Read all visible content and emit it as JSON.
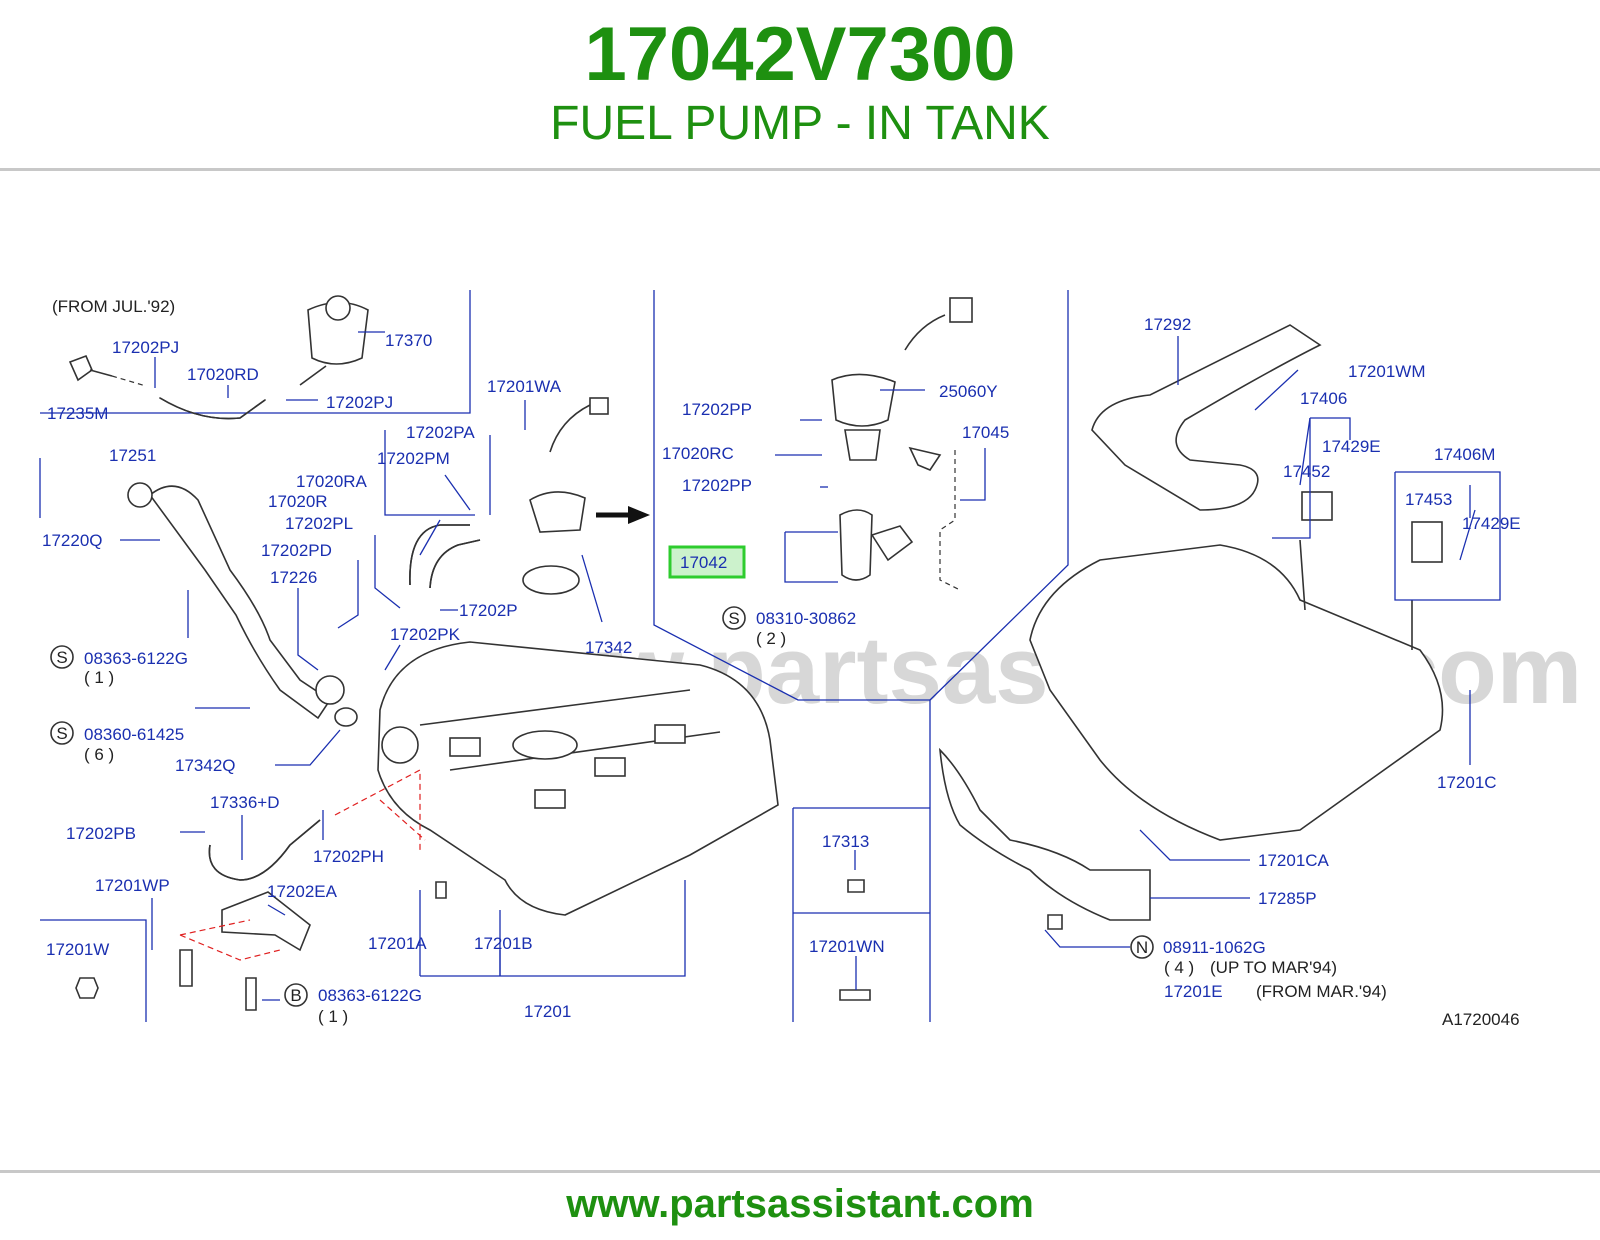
{
  "header": {
    "part_number": "17042V7300",
    "part_name": "FUEL PUMP - IN TANK"
  },
  "footer": {
    "url": "www.partsassistant.com"
  },
  "watermark": "www.partsassistant.com",
  "diagram": {
    "code": "A1720046",
    "highlight_color": "#2ecc2e",
    "label_color": "#1a2fb0",
    "brand_color": "#1e9010",
    "notes": {
      "from_jul92": "(FROM   JUL.'92)",
      "qty_1a": "( 1 )",
      "qty_6": "( 6 )",
      "qty_2": "( 2 )",
      "qty_1b": "( 1 )",
      "qty_4": "( 4  )",
      "up_to": "(UP   TO   MAR'94)",
      "from_mar94": "(FROM   MAR.'94)"
    },
    "symbols": {
      "s": "S",
      "b": "B",
      "n": "N"
    },
    "callouts": {
      "p17042": "17042",
      "p17202PJ_a": "17202PJ",
      "p17370": "17370",
      "p17020RD": "17020RD",
      "p17235M": "17235M",
      "p17202PJ_b": "17202PJ",
      "p17201WA": "17201WA",
      "p17202PA": "17202PA",
      "p17251": "17251",
      "p17202PM": "17202PM",
      "p17020RA": "17020RA",
      "p17020R": "17020R",
      "p17202PL": "17202PL",
      "p17220Q": "17220Q",
      "p17202PD": "17202PD",
      "p17226": "17226",
      "p17202P": "17202P",
      "p17342": "17342",
      "p08363_6122G_a": "08363-6122G",
      "p17202PK": "17202PK",
      "p08360_61425": "08360-61425",
      "p17342Q": "17342Q",
      "p17336D": "17336+D",
      "p17202PB": "17202PB",
      "p17202PH": "17202PH",
      "p17201WP": "17201WP",
      "p17202EA": "17202EA",
      "p17201W": "17201W",
      "p17201A": "17201A",
      "p17201B": "17201B",
      "p08363_6122G_b": "08363-6122G",
      "p17201": "17201",
      "p17202PP_a": "17202PP",
      "p25060Y": "25060Y",
      "p17045": "17045",
      "p17020RC": "17020RC",
      "p17202PP_b": "17202PP",
      "p08310_30862": "08310-30862",
      "p17313": "17313",
      "p17201WN": "17201WN",
      "p17292": "17292",
      "p17201WM": "17201WM",
      "p17406": "17406",
      "p17429E_a": "17429E",
      "p17452": "17452",
      "p17406M": "17406M",
      "p17453": "17453",
      "p17429E_b": "17429E",
      "p17201C": "17201C",
      "p17201CA": "17201CA",
      "p17285P": "17285P",
      "p08911_1062G": "08911-1062G",
      "p17201E": "17201E"
    }
  }
}
